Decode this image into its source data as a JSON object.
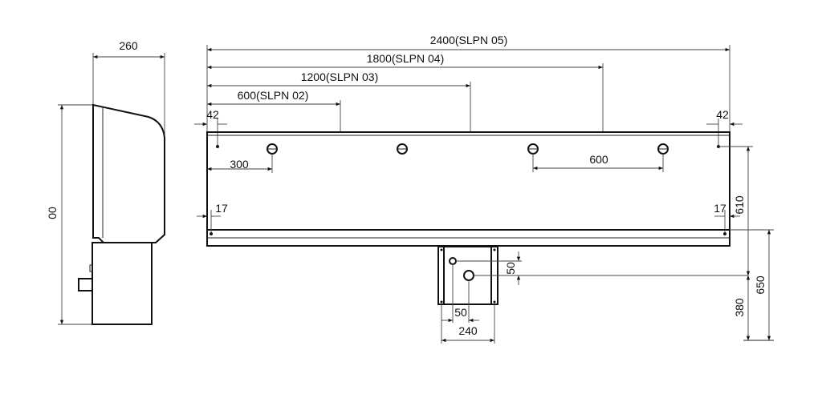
{
  "side_view": {
    "width_label": "260",
    "height_label": "00"
  },
  "front_view": {
    "length_labels": [
      "2400(SLPN 05)",
      "1800(SLPN 04)",
      "1200(SLPN 03)",
      "600(SLPN 02)"
    ],
    "edge_offset_left": "42",
    "edge_offset_right": "42",
    "first_hole_offset": "300",
    "hole_spacing": "600",
    "rail_offset_left": "17",
    "rail_offset_right": "17",
    "height_to_pipe": "610",
    "total_height": "650",
    "pipe_height": "380"
  },
  "bracket": {
    "vertical_offset": "50",
    "horizontal_offset": "50",
    "width": "240"
  }
}
